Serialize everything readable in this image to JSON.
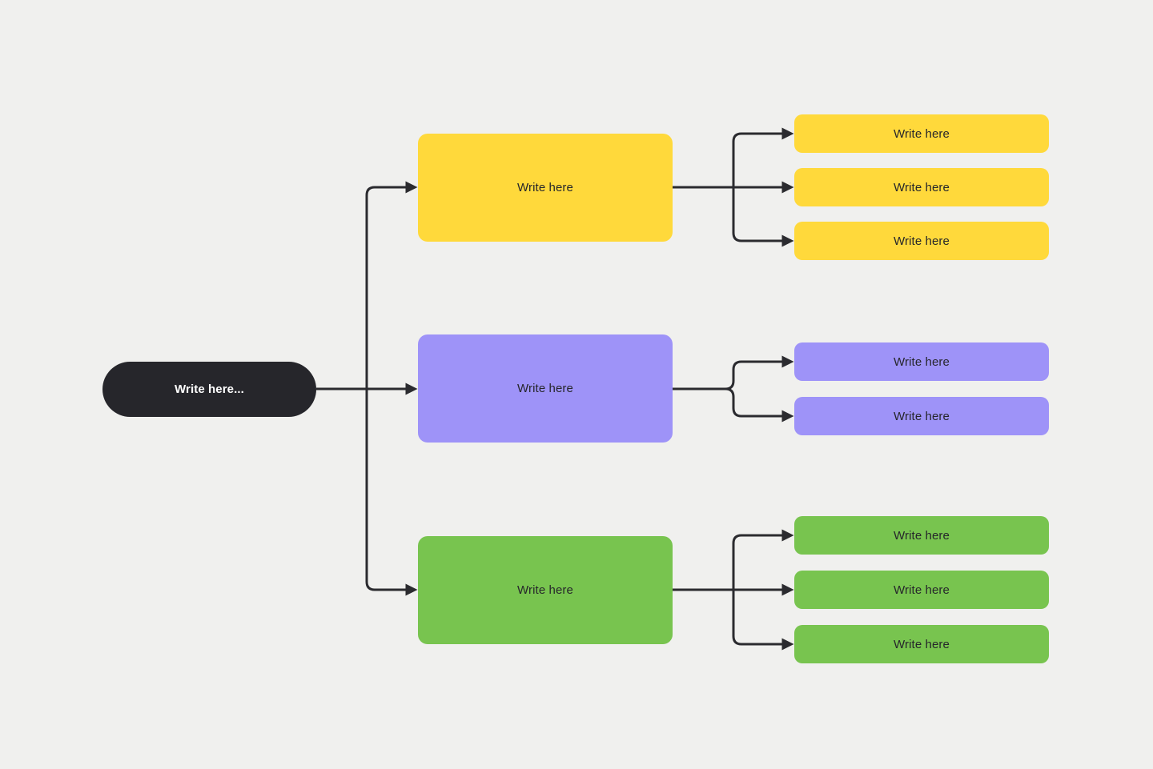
{
  "canvas": {
    "background_color": "#f0f0ee",
    "line_color": "#2b2b2f"
  },
  "root": {
    "label": "Write here...",
    "background_color": "#26262b",
    "text_color": "#ffffff"
  },
  "branches": [
    {
      "name": "yellow",
      "color": "#ffd93b",
      "text_color": "#26262b",
      "label": "Write here",
      "children": [
        {
          "label": "Write here"
        },
        {
          "label": "Write here"
        },
        {
          "label": "Write here"
        }
      ]
    },
    {
      "name": "purple",
      "color": "#9e93f8",
      "text_color": "#26262b",
      "label": "Write here",
      "children": [
        {
          "label": "Write here"
        },
        {
          "label": "Write here"
        }
      ]
    },
    {
      "name": "green",
      "color": "#78c44f",
      "text_color": "#26262b",
      "label": "Write here",
      "children": [
        {
          "label": "Write here"
        },
        {
          "label": "Write here"
        },
        {
          "label": "Write here"
        }
      ]
    }
  ]
}
